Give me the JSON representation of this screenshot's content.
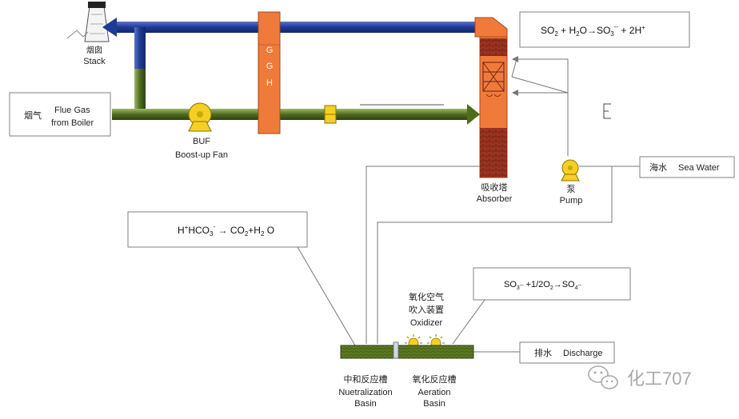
{
  "stack": {
    "cn": "烟囱",
    "en": "Stack"
  },
  "flue_gas": {
    "cn": "烟气",
    "en_line1": "Flue Gas",
    "en_line2": "from Boiler"
  },
  "fan": {
    "abbr": "BUF",
    "en": "Boost-up Fan"
  },
  "ggh": {
    "letters": [
      "G",
      "G",
      "H"
    ]
  },
  "absorber": {
    "cn": "吸收塔",
    "en": "Absorber"
  },
  "pump": {
    "cn": "泵",
    "en": "Pump"
  },
  "sea_water": {
    "cn": "海水",
    "en": "Sea Water"
  },
  "reaction_top": {
    "lhs": "SO",
    "lhs_sub": "2",
    "plus1": "+ H",
    "h2o_sub": "2",
    "o": "O",
    "arrow": "→",
    "so": "SO",
    "so_sub": "3",
    "so_sup": "--",
    "rhs": "+ 2H",
    "rhs_sup": "+"
  },
  "reaction_mid": {
    "text_a": "H",
    "text_sup": "+",
    "text_b": "HCO",
    "hco_sub": "3",
    "hco_sup": "-",
    "arrow": "→",
    "rhs_a": "CO",
    "rhs_sub1": "2",
    "rhs_b": "+H",
    "rhs_sub2": "2",
    "rhs_c": " O"
  },
  "reaction_oxid": {
    "a": "SO",
    "a_sub": "3",
    "a_sup": "--",
    "b": " +1/2O",
    "b_sub": "2",
    "arrow": "→",
    "c": "SO",
    "c_sub": "4",
    "c_sup": "--"
  },
  "oxidizer": {
    "cn_line1": "氧化空气",
    "cn_line2": "吹入装置",
    "en": "Oxidizer"
  },
  "neutral_basin": {
    "cn": "中和反应槽",
    "en_line1": "Nuetralization",
    "en_line2": "Basin"
  },
  "aeration_basin": {
    "cn": "氧化反应槽",
    "en_line1": "Aeration",
    "en_line2": "Basin"
  },
  "discharge": {
    "cn": "排水",
    "en": "Discharge"
  },
  "watermark": {
    "text": "化工707"
  },
  "colors": {
    "blue_pipe": "#1f3a93",
    "green_pipe": "#4f6b1e",
    "orange": "#f07a3a",
    "absorber_dark": "#8b2a1a",
    "yellow": "#f5d024",
    "water": "#4f6a1c",
    "box_border": "#808080"
  }
}
